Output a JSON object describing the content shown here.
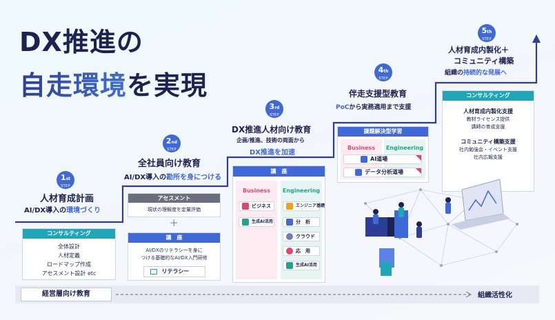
{
  "headline": {
    "line1": "DX推進の",
    "line2_a": "自走環境",
    "line2_b": "を実現"
  },
  "steps": [
    {
      "num": "1",
      "suffix": "st",
      "label": "STEP",
      "title": "人材育成計画",
      "sub_a": "AI/DX導入の",
      "sub_b": "環境づくり"
    },
    {
      "num": "2",
      "suffix": "nd",
      "label": "STEP",
      "title": "全社員向け教育",
      "sub_a": "AI/DX導入の",
      "sub_b": "勘所を身につける"
    },
    {
      "num": "3",
      "suffix": "rd",
      "label": "STEP",
      "title": "DX推進人材向け教育",
      "sub_a": "企画/推進、技術の両面から",
      "sub_b": "DX推進を加速"
    },
    {
      "num": "4",
      "suffix": "th",
      "label": "STEP",
      "title": "伴走支援型教育",
      "sub_a": "PoC",
      "sub_b": "から実務適用まで支援"
    },
    {
      "num": "5",
      "suffix": "th",
      "label": "STEP",
      "title_a": "人材育成内製化＋",
      "title_b": "コミュニティ構築",
      "sub_a": "組織の",
      "sub_b": "持続的な発展へ"
    }
  ],
  "step1_box": {
    "header": "コンサルティング",
    "items": [
      "全体設計",
      "人材定義",
      "ロードマップ作成",
      "アセスメント設計 etc"
    ]
  },
  "step2": {
    "assessment_header": "アセスメント",
    "assessment_text": "現状の理解度を定量評価",
    "plus": "+",
    "course_header": "講　座",
    "course_text_1": "AI/DXのリテラシーを身に",
    "course_text_2": "つける基礎的なAI/DX入門研修",
    "literacy": "リテラシー"
  },
  "step3": {
    "header": "講　座",
    "business_label": "Business",
    "engineering_label": "Engineering",
    "business_items": [
      "ビジネス",
      "生成AI活用"
    ],
    "engineering_items": [
      "エンジニア基礎",
      "分　析",
      "クラウド",
      "応　用",
      "生成AI活用"
    ]
  },
  "step4": {
    "header": "課題解決型学習",
    "business_label": "Business",
    "engineering_label": "Engineering",
    "items": [
      "AI道場",
      "データ分析道場"
    ]
  },
  "step5_box": {
    "header": "コンサルティング",
    "group1_title": "人材育成内製化支援",
    "group1_items": [
      "教材ライセンス提供",
      "講師の育成支援"
    ],
    "group2_title": "コミュニティ構築支援",
    "group2_items": [
      "社内勉強会・イベント支援",
      "社内広報支援"
    ]
  },
  "bottom": {
    "left": "経営層向け教育",
    "right": "組織活性化"
  },
  "colors": {
    "navy": "#1c2350",
    "blue": "#3f68d8",
    "teal": "#1fa7b9",
    "pink": "#e0456e",
    "green": "#20a48a"
  }
}
